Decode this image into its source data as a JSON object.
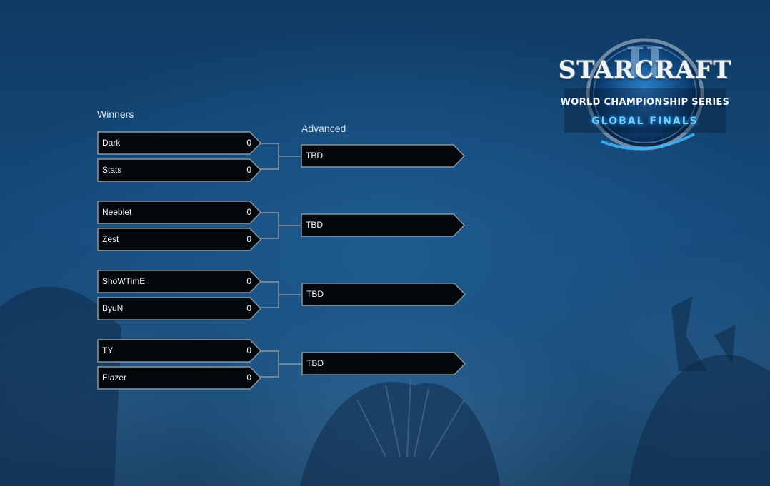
{
  "logo": {
    "title": "STARCRAFT",
    "subtitle": "WORLD CHAMPIONSHIP SERIES",
    "tagline": "GLOBAL FINALS"
  },
  "bracket": {
    "winners_label": "Winners",
    "advanced_label": "Advanced",
    "matches": [
      {
        "players": [
          {
            "name": "Dark",
            "score": "0"
          },
          {
            "name": "Stats",
            "score": "0"
          }
        ],
        "advanced": "TBD"
      },
      {
        "players": [
          {
            "name": "Neeblet",
            "score": "0"
          },
          {
            "name": "Zest",
            "score": "0"
          }
        ],
        "advanced": "TBD"
      },
      {
        "players": [
          {
            "name": "ShoWTimE",
            "score": "0"
          },
          {
            "name": "ByuN",
            "score": "0"
          }
        ],
        "advanced": "TBD"
      },
      {
        "players": [
          {
            "name": "TY",
            "score": "0"
          },
          {
            "name": "Elazer",
            "score": "0"
          }
        ],
        "advanced": "TBD"
      }
    ]
  },
  "colors": {
    "slot_fill": "#03080d",
    "slot_border": "#8a96a3",
    "tagline": "#6fd0ff"
  }
}
